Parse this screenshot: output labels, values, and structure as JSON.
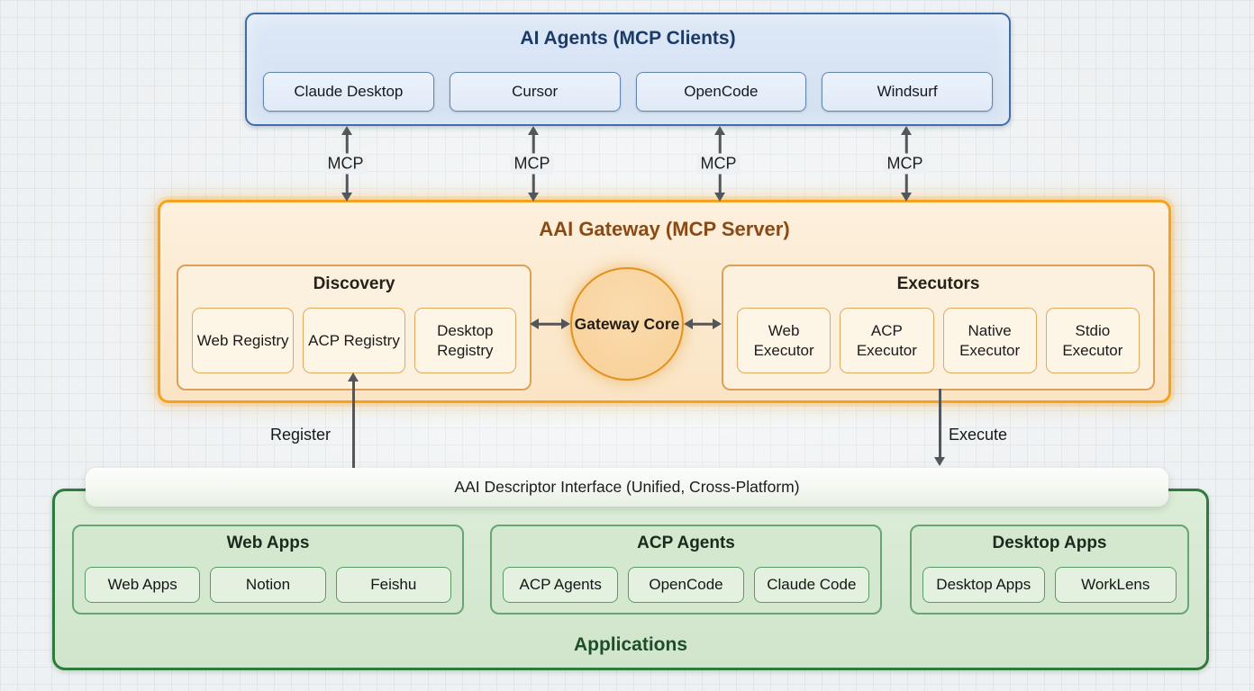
{
  "agents": {
    "title": "AI Agents (MCP Clients)",
    "items": [
      "Claude Desktop",
      "Cursor",
      "OpenCode",
      "Windsurf"
    ]
  },
  "mcp_labels": [
    "MCP",
    "MCP",
    "MCP",
    "MCP"
  ],
  "gateway": {
    "title": "AAI Gateway (MCP Server)",
    "discovery": {
      "title": "Discovery",
      "items": [
        "Web Registry",
        "ACP Registry",
        "Desktop Registry"
      ]
    },
    "core": {
      "label": "Gateway Core"
    },
    "executors": {
      "title": "Executors",
      "items": [
        "Web Executor",
        "ACP Executor",
        "Native Executor",
        "Stdio Executor"
      ]
    }
  },
  "flows": {
    "register": "Register",
    "execute": "Execute"
  },
  "descriptor": {
    "label": "AAI Descriptor Interface (Unified, Cross-Platform)"
  },
  "applications": {
    "title": "Applications",
    "groups": [
      {
        "title": "Web Apps",
        "items": [
          "Web Apps",
          "Notion",
          "Feishu"
        ]
      },
      {
        "title": "ACP Agents",
        "items": [
          "ACP Agents",
          "OpenCode",
          "Claude Code"
        ]
      },
      {
        "title": "Desktop Apps",
        "items": [
          "Desktop Apps",
          "WorkLens"
        ]
      }
    ]
  },
  "colors": {
    "agents_border": "#3f6ea6",
    "agents_fill": "#d8e3f4",
    "agents_title": "#1b3a66",
    "gateway_border": "#f6a21f",
    "gateway_fill": "#fbe9cf",
    "gateway_title": "#8a4a16",
    "core_fill": "#f8d5a3",
    "core_border": "#e2911d",
    "apps_border": "#2f7a3d",
    "apps_fill": "#d8ebd4",
    "apps_title": "#1d4e28",
    "arrow": "#53575b",
    "background": "#eef1f3"
  }
}
